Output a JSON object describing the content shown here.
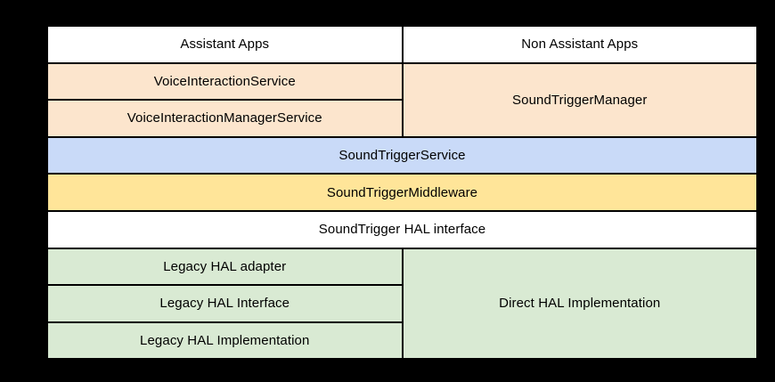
{
  "diagram": {
    "type": "layered-architecture-block-diagram",
    "subject": "SoundTrigger stack layers",
    "background_color": "#000000",
    "border_color": "#000000",
    "text_color": "#000000",
    "layer_colors": {
      "apps_row": "#ffffff",
      "framework_api": "#fce5cd",
      "system_service": "#c9daf8",
      "middleware": "#ffe599",
      "hal_interface": "#ffffff",
      "hal_implementation": "#d9ead3"
    },
    "cells": {
      "assistant_apps": "Assistant Apps",
      "non_assistant_apps": "Non Assistant Apps",
      "voice_interaction_service": "VoiceInteractionService",
      "voice_interaction_manager_service": "VoiceInteractionManagerService",
      "sound_trigger_manager": "SoundTriggerManager",
      "sound_trigger_service": "SoundTriggerService",
      "sound_trigger_middleware": "SoundTriggerMiddleware",
      "sound_trigger_hal_interface": "SoundTrigger HAL interface",
      "legacy_hal_adapter": "Legacy HAL adapter",
      "legacy_hal_interface": "Legacy HAL Interface",
      "legacy_hal_implementation": "Legacy HAL Implementation",
      "direct_hal_implementation": "Direct HAL Implementation"
    }
  }
}
